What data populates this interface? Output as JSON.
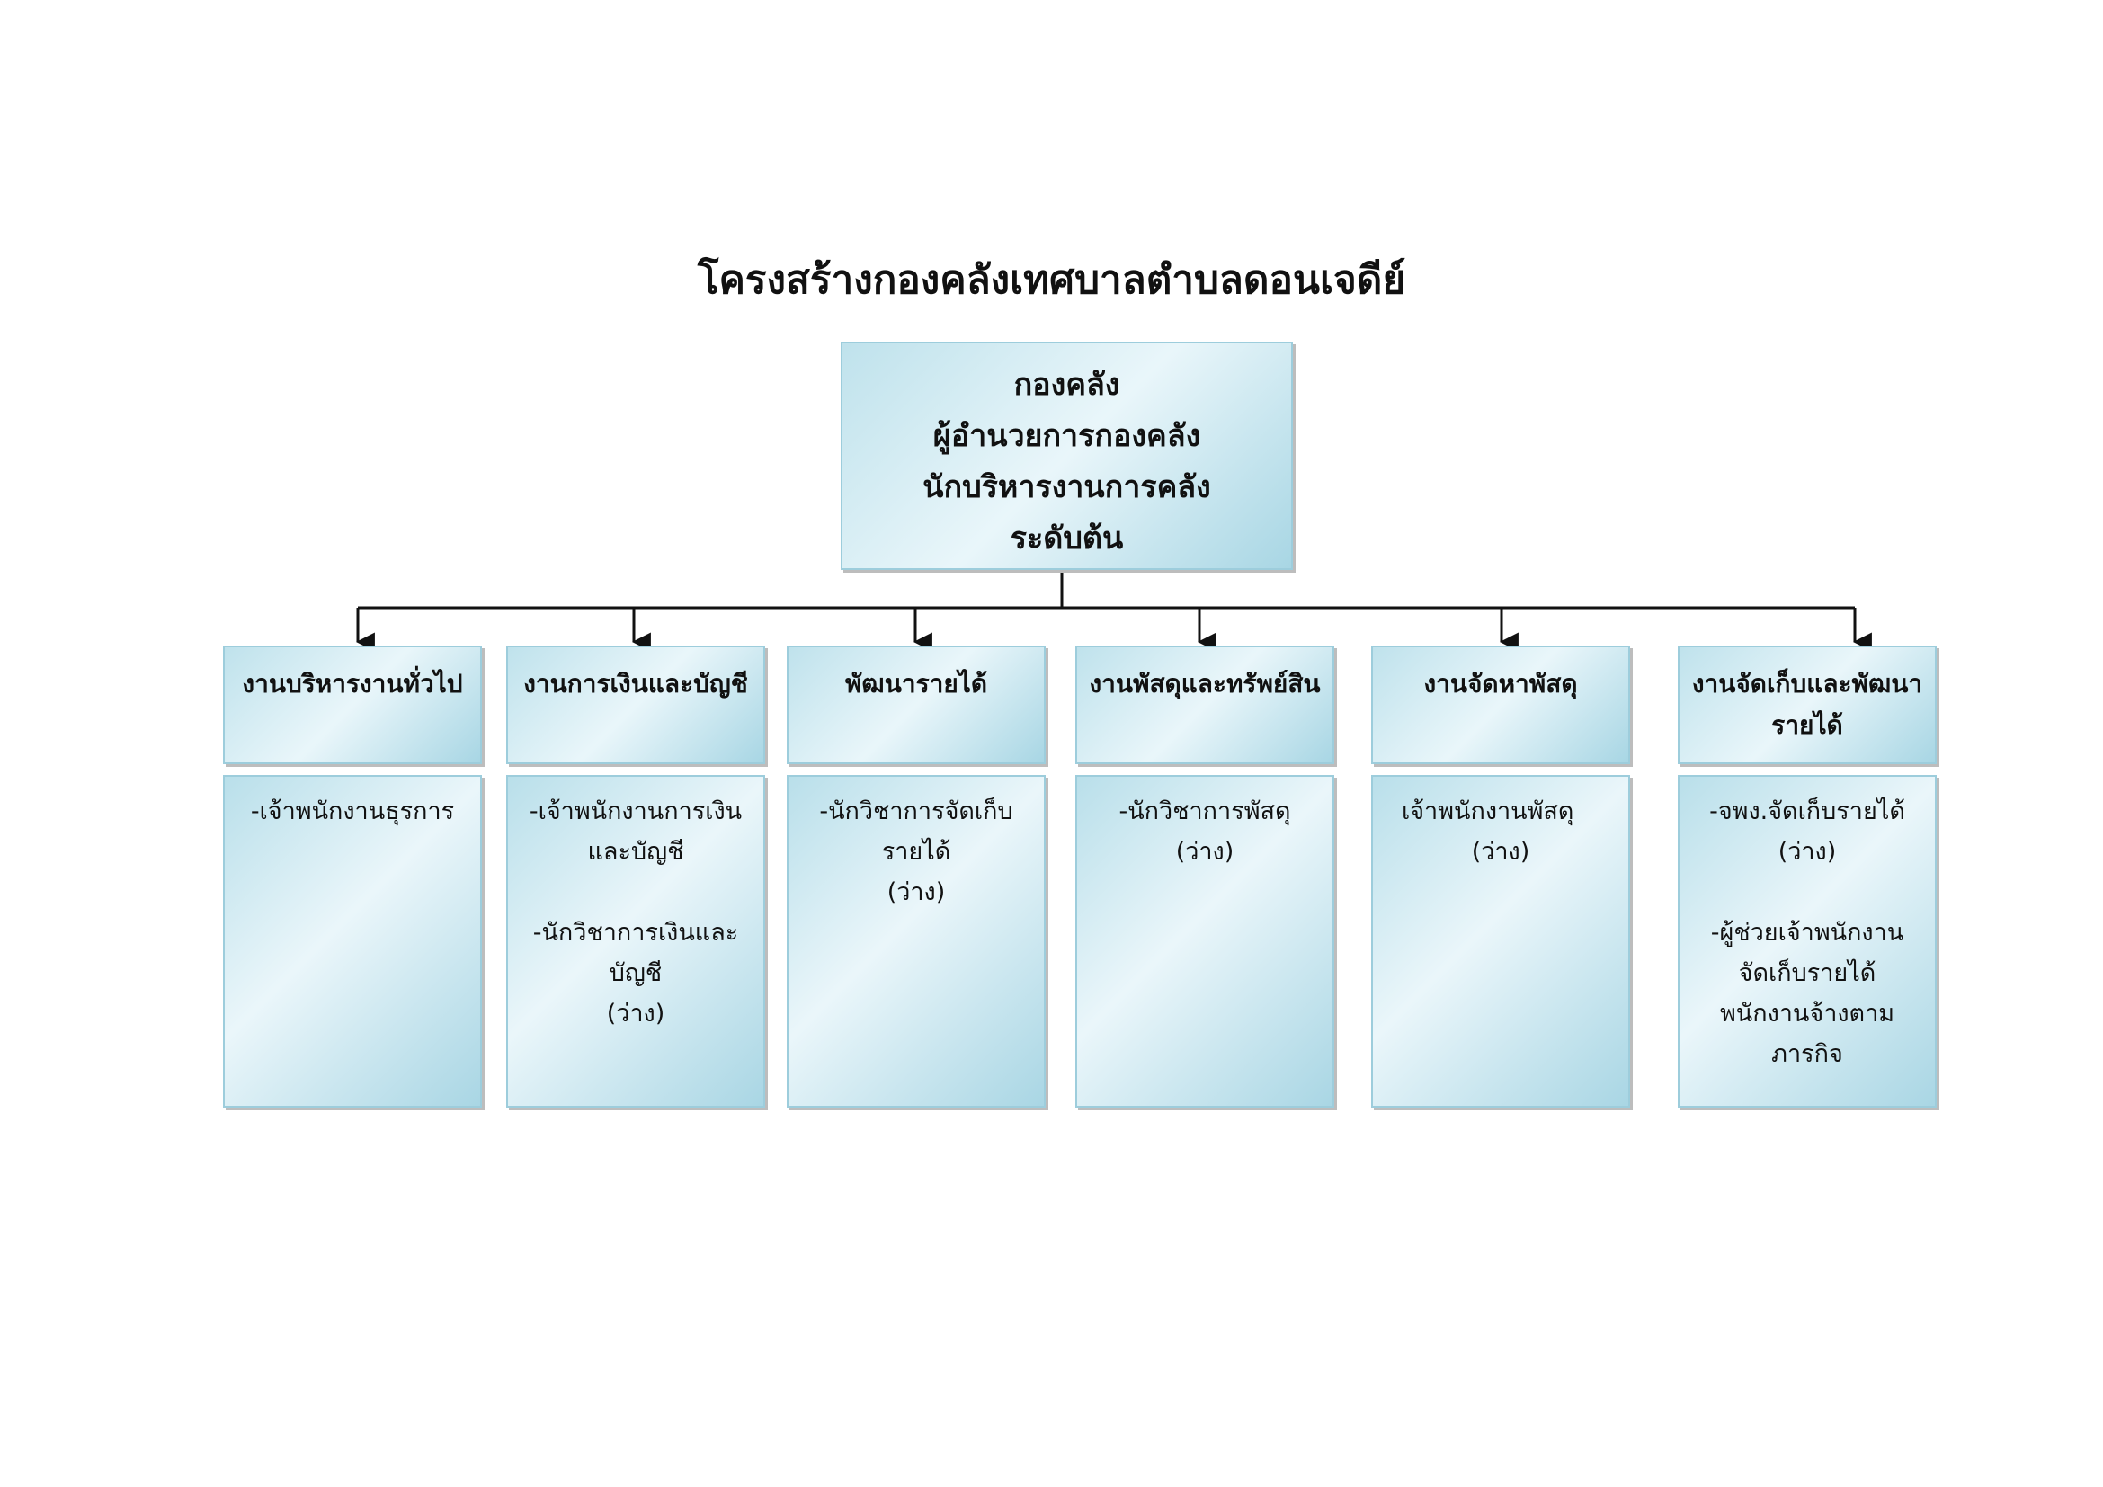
{
  "title": "โครงสร้างกองคลังเทศบาลตำบลดอนเจดีย์",
  "top_box": {
    "lines": [
      "กองคลัง",
      "ผู้อำนวยการกองคลัง",
      "นักบริหารงานการคลัง",
      "ระดับต้น"
    ]
  },
  "divisions": [
    {
      "head": [
        "งานบริหารงานทั่วไป"
      ],
      "staff": [
        "-เจ้าพนักงานธุรการ"
      ]
    },
    {
      "head": [
        "งานการเงินและบัญชี"
      ],
      "staff": [
        "-เจ้าพนักงานการเงิน",
        "และบัญชี",
        "",
        "-นักวิชาการเงินและ",
        "บัญชี",
        "(ว่าง)"
      ]
    },
    {
      "head": [
        "พัฒนารายได้"
      ],
      "staff": [
        "-นักวิชาการจัดเก็บ",
        "รายได้",
        "(ว่าง)"
      ]
    },
    {
      "head": [
        "งานพัสดุและทรัพย์สิน"
      ],
      "staff": [
        "-นักวิชาการพัสดุ",
        "(ว่าง)"
      ]
    },
    {
      "head": [
        "งานจัดหาพัสดุ"
      ],
      "staff": [
        "เจ้าพนักงานพัสดุ",
        "(ว่าง)"
      ]
    },
    {
      "head": [
        "งานจัดเก็บและพัฒนา",
        "รายได้"
      ],
      "staff": [
        "-จพง.จัดเก็บรายได้",
        "(ว่าง)",
        "",
        "-ผู้ช่วยเจ้าพนักงาน",
        "จัดเก็บรายได้",
        "พนักงานจ้างตาม",
        "ภารกิจ"
      ]
    }
  ],
  "colors": {
    "box_border": "#9dcddc",
    "box_fill_light": "#e9f6fa",
    "box_fill_dark": "#a8d6e4",
    "connector": "#111111"
  }
}
